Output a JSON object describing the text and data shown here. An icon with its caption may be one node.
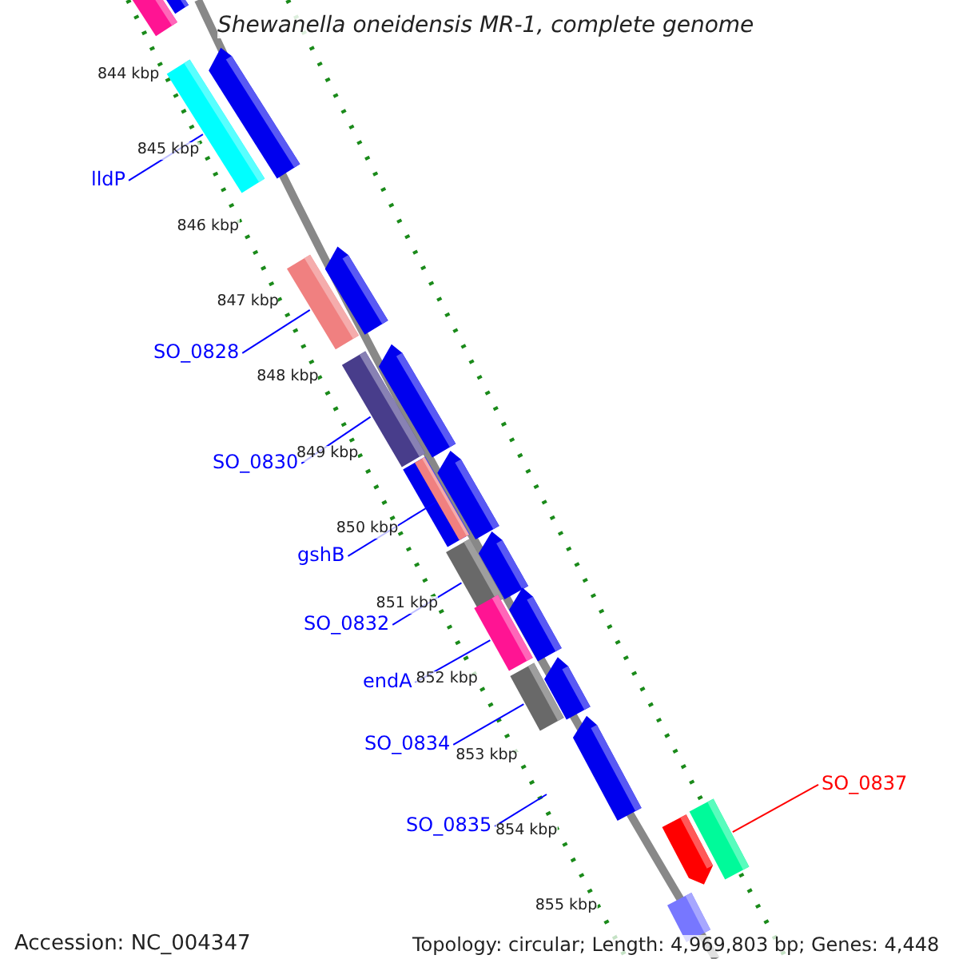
{
  "diagram": {
    "title": "Shewanella oneidensis MR-1, complete genome",
    "nodes": [
      {
        "text": [
          "lldP"
        ]
      },
      {
        "text": [],
        "shape": "bar"
      },
      {
        "text": [
          "SO_0828"
        ]
      },
      {
        "text": [],
        "shape": "bar"
      },
      {
        "text": [
          "SO_0830"
        ]
      },
      {
        "text": [],
        "shape": "bar"
      },
      {
        "text": [
          "gshB"
        ]
      },
      {
        "text": [],
        "shape": "bar",
        "in": 22
      },
      {
        "text": [
          "SO_0832"
        ]
      },
      {
        "text": [],
        "shape": "bar"
      },
      {
        "text": [
          "endA"
        ]
      },
      {
        "text": [],
        "shape": "bar"
      },
      {
        "text": [
          "SO_0834"
        ]
      },
      {
        "text": [],
        "shape": "bar"
      },
      {
        "text": [
          "SO_0835"
        ]
      },
      {
        "text": [
          "SO_0837"
        ]
      },
      {
        "text": [],
        "shape": "bar"
      },
      {
        "text": [],
        "shape": "bar"
      },
      {
        "text": [],
        "shape": "bar"
      },
      {
        "text": [],
        "shape": "arrow"
      },
      {
        "text": [],
        "shape": "arrow"
      },
      {
        "text": [],
        "shape": "arrow"
      },
      {
        "text": [],
        "shape": "bar"
      },
      {
        "text": [],
        "shape": "arrow"
      },
      {
        "text": [],
        "shape": "arrow"
      },
      {
        "text": [],
        "shape": "arrow"
      },
      {
        "text": [],
        "shape": "arrow"
      },
      {
        "text": [],
        "shape": "arrow"
      },
      {
        "text": [],
        "shape": "arrow"
      },
      {
        "text": [],
        "shape": "bar"
      }
    ],
    "edges": [
      {
        "from": 0,
        "to": 1,
        "arrow": "none"
      },
      {
        "from": 2,
        "to": 3,
        "arrow": "none"
      },
      {
        "from": 4,
        "to": 5,
        "arrow": "none"
      },
      {
        "from": 6,
        "to": 7,
        "arrow": "none"
      },
      {
        "from": 8,
        "to": 9,
        "arrow": "none"
      },
      {
        "from": 10,
        "to": 11,
        "arrow": "none"
      },
      {
        "from": 12,
        "to": 13,
        "arrow": "none"
      },
      {
        "from": 14,
        "to": null,
        "arrow": "none"
      },
      {
        "from": 15,
        "to": 16,
        "arrow": "none",
        "color": "#ff0000"
      }
    ],
    "labels": [
      "844 kbp",
      "845 kbp",
      "846 kbp",
      "847 kbp",
      "848 kbp",
      "849 kbp",
      "850 kbp",
      "851 kbp",
      "852 kbp",
      "853 kbp",
      "854 kbp",
      "855 kbp",
      "Accession: NC_004347",
      "Topology: circular; Length: 4,969,803 bp; Genes: 4,448"
    ]
  }
}
